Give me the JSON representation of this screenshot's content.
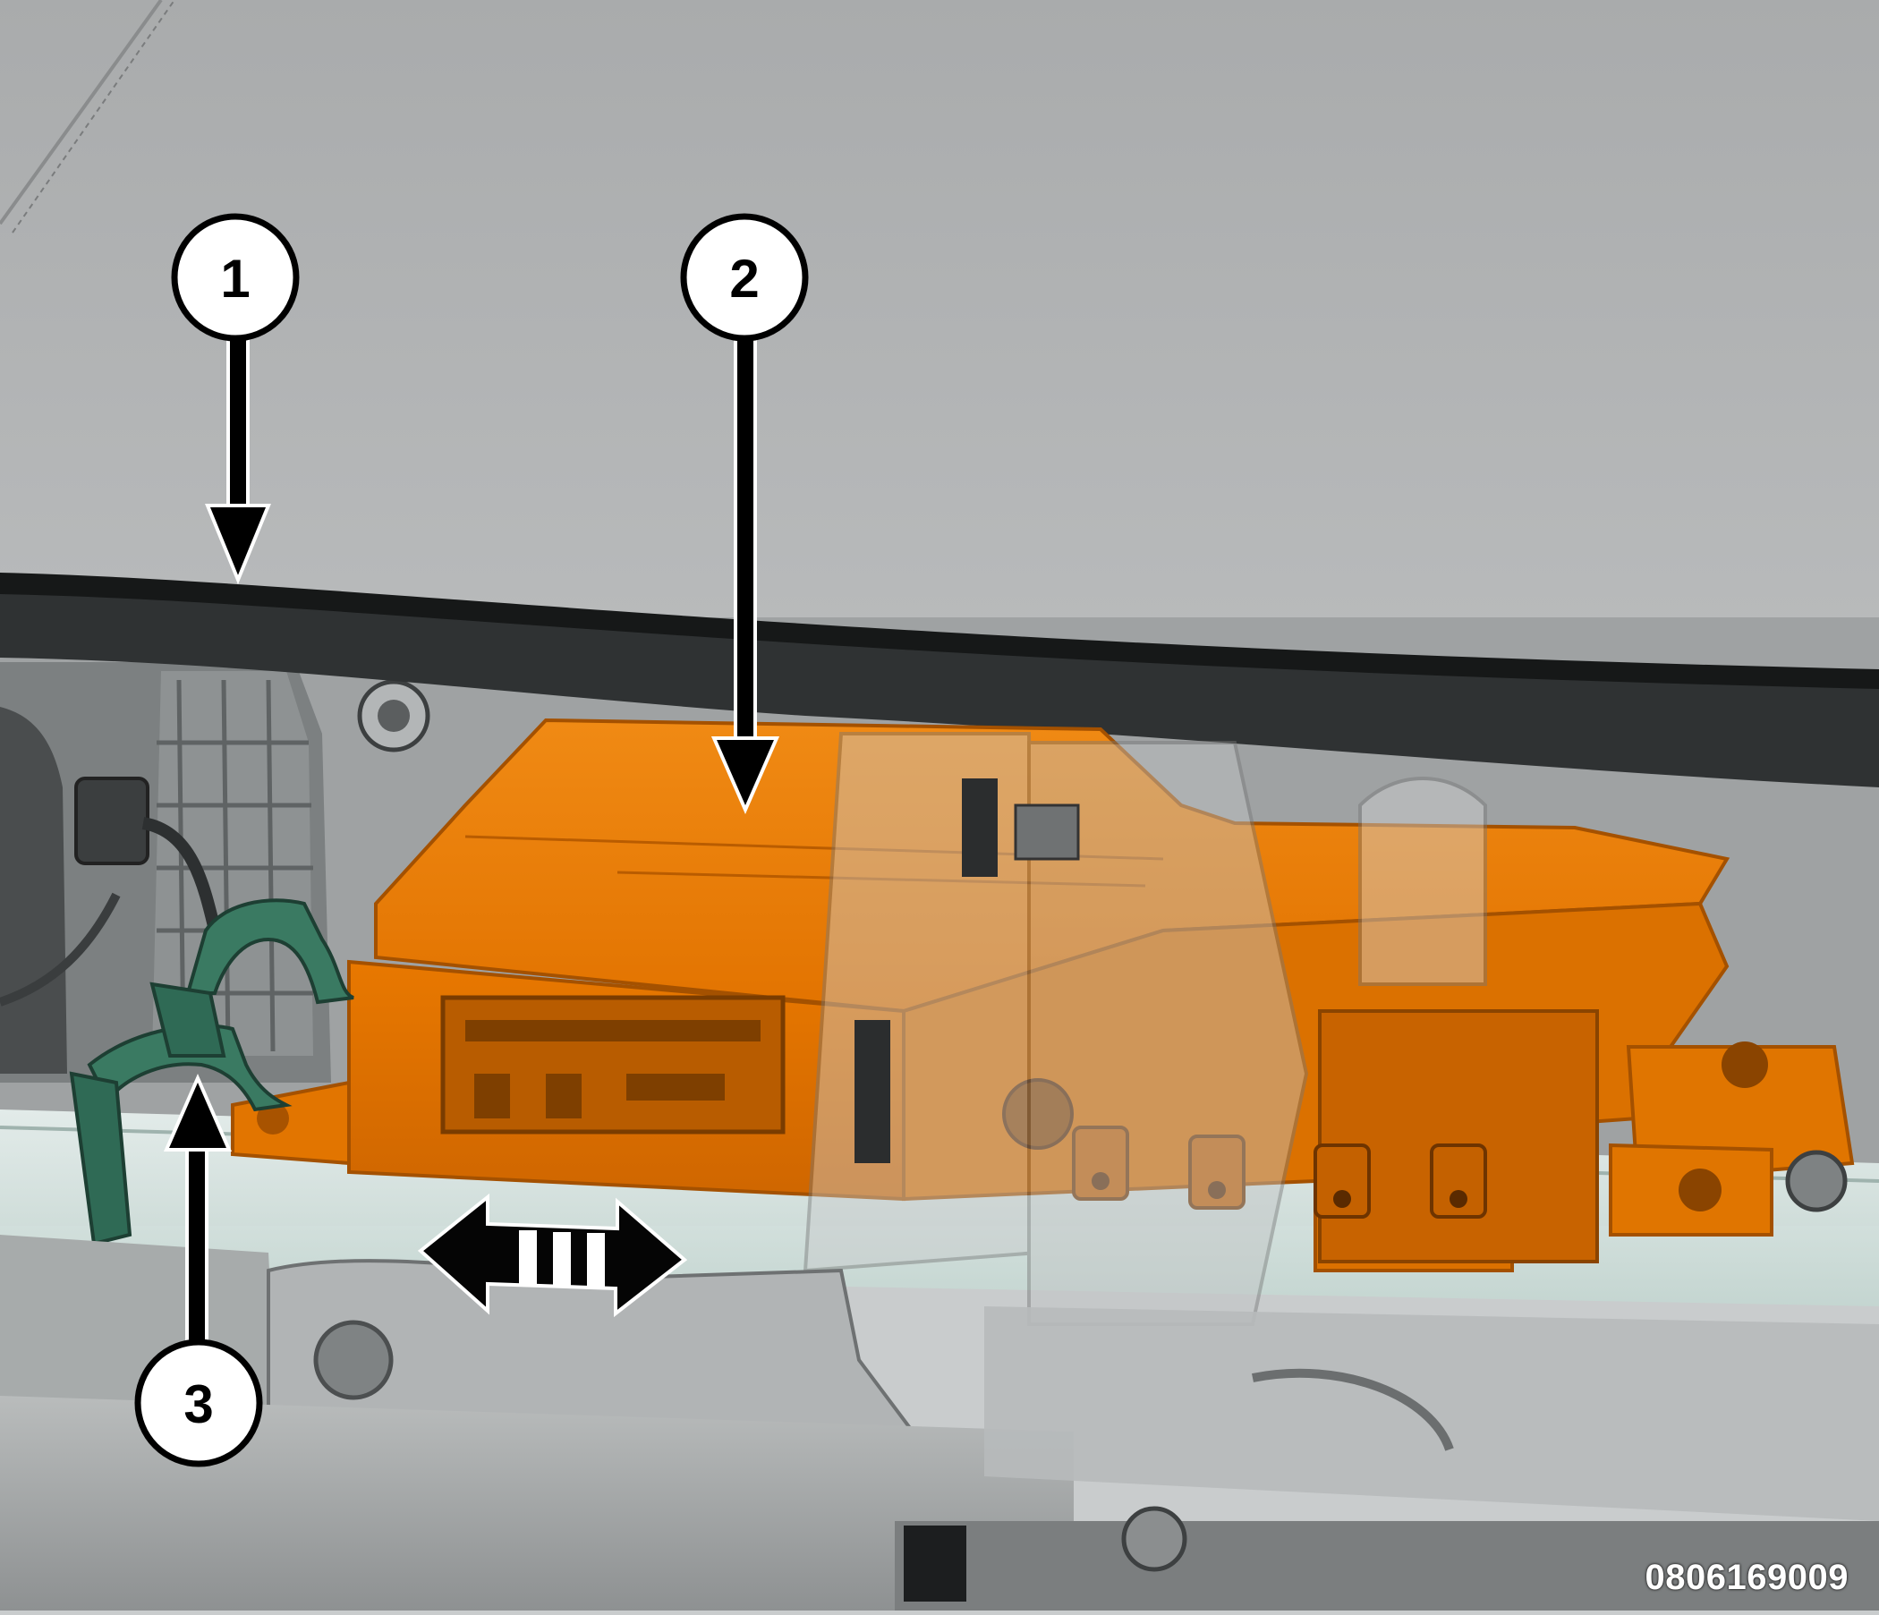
{
  "figure": {
    "id_label": "0806169009"
  },
  "callouts": [
    {
      "number": "1"
    },
    {
      "number": "2"
    },
    {
      "number": "3"
    }
  ],
  "colors": {
    "module": "#e77a00",
    "bracket": "#2f6a55",
    "background_panel": "#b5b7b8",
    "crossbar": "#d7e6e2"
  }
}
